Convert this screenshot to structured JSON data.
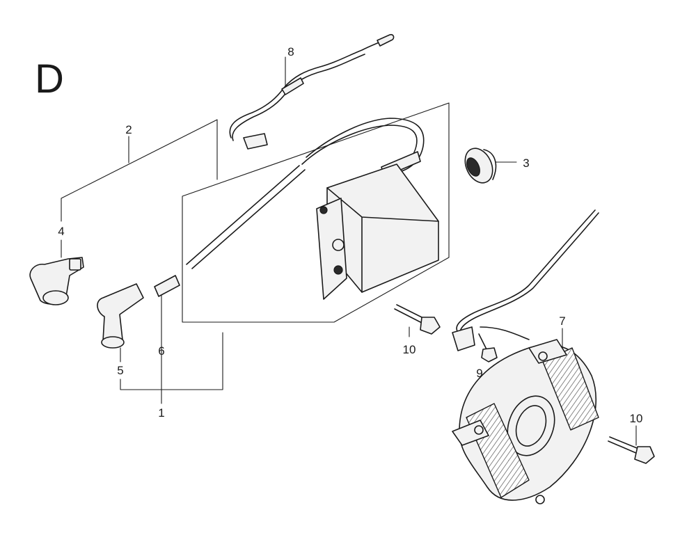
{
  "section_letter": "D",
  "callouts": {
    "c1": "1",
    "c2": "2",
    "c3": "3",
    "c4": "4",
    "c5": "5",
    "c6": "6",
    "c7": "7",
    "c8": "8",
    "c9": "9",
    "c10a": "10",
    "c10b": "10"
  }
}
